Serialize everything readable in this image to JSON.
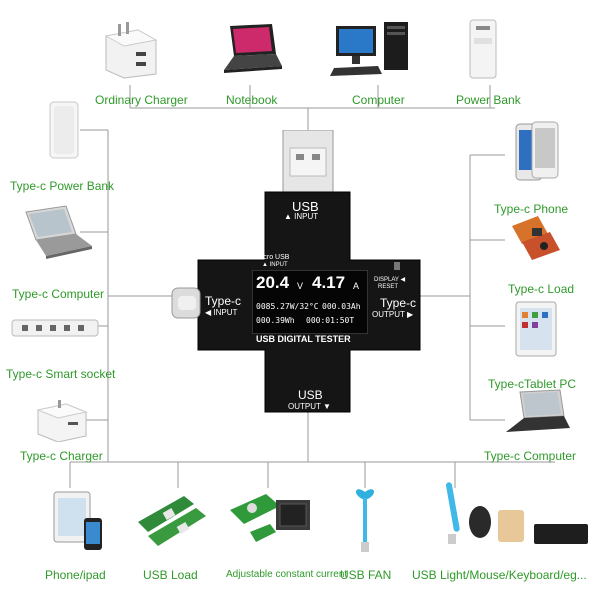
{
  "labels": {
    "ordinary_charger": "Ordinary Charger",
    "notebook": "Notebook",
    "computer": "Computer",
    "power_bank": "Power Bank",
    "typec_power_bank": "Type-c Power Bank",
    "typec_computer_left": "Type-c Computer",
    "typec_smart_socket": "Type-c Smart socket",
    "typec_charger": "Type-c Charger",
    "typec_phone": "Type-c Phone",
    "typec_load": "Type-c Load",
    "typec_tablet_pc": "Type-cTablet PC",
    "typec_computer_right": "Type-c Computer",
    "phone_ipad": "Phone/ipad",
    "usb_load": "USB Load",
    "adjustable_current": "Adjustable constant current",
    "usb_fan": "USB FAN",
    "usb_light": "USB Light/Mouse/Keyboard/eg..."
  },
  "tester": {
    "usb_input": "USB",
    "usb_input_sub": "▲ INPUT",
    "micro_usb": "Micro USB",
    "micro_usb_sub": "▲ INPUT",
    "typec_input": "Type-c",
    "typec_input_sub": "◀ INPUT",
    "typec_output": "Type-c",
    "typec_output_sub": "OUTPUT ▶",
    "display_reset": "DISPLAY ◀",
    "reset": "RESET",
    "usb_output": "USB",
    "usb_output_sub": "OUTPUT ▼",
    "title": "USB DIGITAL TESTER",
    "voltage": "20.4",
    "voltage_unit": "V",
    "current": "4.17",
    "current_unit": "A",
    "power_temp": "0085.27W/32°C",
    "capacity": "000.03Ah",
    "energy": "000.39Wh",
    "time": "000:01:50T"
  },
  "colors": {
    "label_green": "#2f9a2a",
    "line_gray": "#9a9a9a",
    "tester_body": "#151515"
  }
}
